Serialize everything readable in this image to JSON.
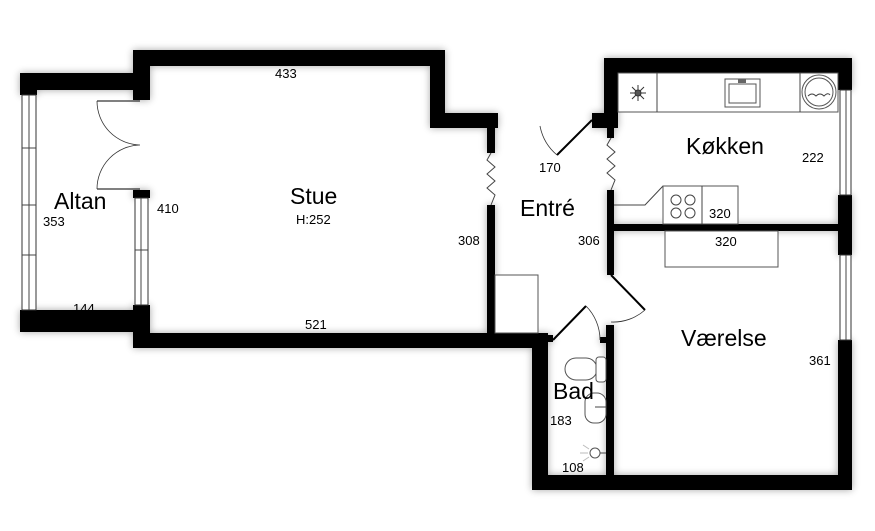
{
  "rooms": {
    "altan": {
      "name": "Altan",
      "dims": [
        "353",
        "144"
      ]
    },
    "stue": {
      "name": "Stue",
      "height": "H:252",
      "dims": [
        "433",
        "410",
        "521",
        "308"
      ]
    },
    "entre": {
      "name": "Entré",
      "dims": [
        "170",
        "306"
      ]
    },
    "kokken": {
      "name": "Køkken",
      "dims": [
        "222",
        "320"
      ]
    },
    "vaerelse": {
      "name": "Værelse",
      "dims": [
        "361",
        "320"
      ]
    },
    "bad": {
      "name": "Bad",
      "dims": [
        "183",
        "108"
      ]
    }
  },
  "colors": {
    "wall": "#000000",
    "background": "#ffffff"
  },
  "icons": [
    "freezer-icon",
    "sink-icon",
    "washer-icon",
    "stove-icon",
    "toilet-icon",
    "basin-icon",
    "shower-icon",
    "radiator-icon"
  ]
}
